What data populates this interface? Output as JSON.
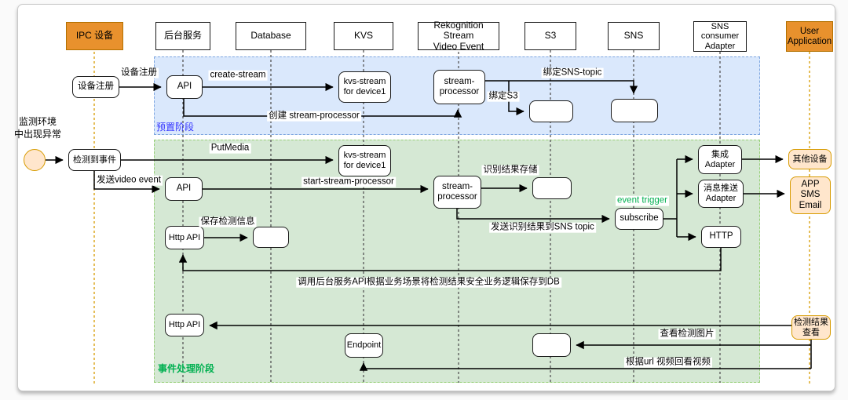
{
  "headers": {
    "ipc": "IPC 设备",
    "backend": "后台服务",
    "database": "Database",
    "kvs": "KVS",
    "rekognition": "Rekognition Stream\nVideo Event",
    "s3": "S3",
    "sns": "SNS",
    "sns_consumer": "SNS\nconsumer\nAdapter",
    "user_app": "User\nApplication"
  },
  "phases": {
    "setup": "预置阶段",
    "event_handling": "事件处理阶段"
  },
  "nodes": {
    "device_register": "设备注册",
    "api_setup": "API",
    "kvs_stream_setup": "kvs-stream\nfor device1",
    "stream_processor_setup": "stream-\nprocessor",
    "detect_event": "检测到事件",
    "kvs_stream_event": "kvs-stream\nfor device1",
    "api_event": "API",
    "stream_processor_event": "stream-\nprocessor",
    "subscribe": "subscribe",
    "integration_adapter": "集成\nAdapter",
    "message_push_adapter": "消息推送\nAdapter",
    "http": "HTTP",
    "http_api_save": "Http API",
    "http_api_result": "Http API",
    "endpoint": "Endpoint",
    "other_devices": "其他设备",
    "app_sms_email": "APP\nSMS\nEmail",
    "result_view": "检测结果\n查看"
  },
  "edge_labels": {
    "register": "设备注册",
    "create_stream": "create-stream",
    "bind_sns_topic": "绑定SNS-topic",
    "bind_s3": "绑定S3",
    "create_stream_processor": "创建 stream-processor",
    "put_media": "PutMedia",
    "send_video_event": "发送video event",
    "start_stream_processor": "start-stream-processor",
    "recognition_result_store": "识别结果存储",
    "send_result_to_sns": "发送识别结果到SNS topic",
    "event_trigger": "event trigger",
    "save_detection_info": "保存检测信息",
    "call_backend_api": "调用后台服务API根据业务场景将检测结果安全业务逻辑保存到DB",
    "view_detection_image": "查看检测图片",
    "replay_video_by_url": "根据url 视频回看视频"
  },
  "annotations": {
    "monitor_abnormal": "监测环境\n中出现异常"
  },
  "colors": {
    "header_orange": "#e8912d",
    "light_orange": "#ffe6cc",
    "orange_border": "#d79b00",
    "blue_fill": "#dae8fc",
    "blue_border": "#7ea6e0",
    "blue_text": "#3333ff",
    "green_fill": "#d5e8d4",
    "green_border": "#97d077",
    "green_text": "#00b050"
  }
}
